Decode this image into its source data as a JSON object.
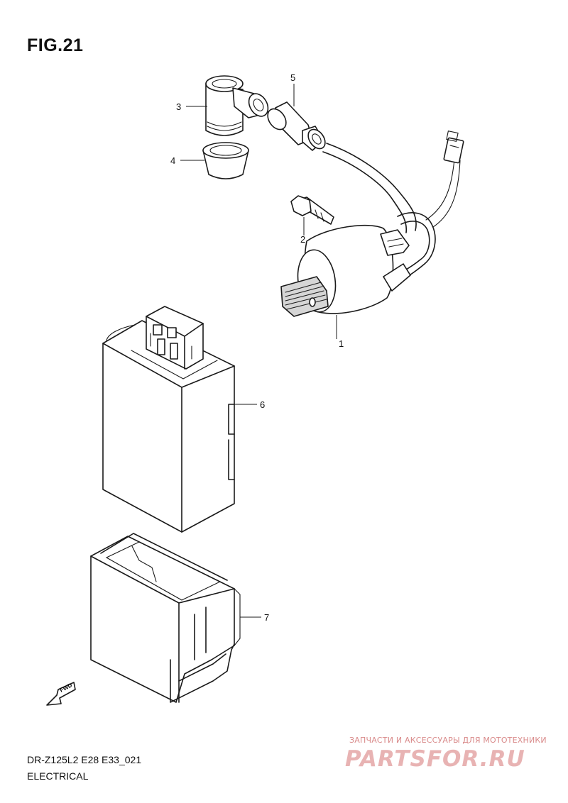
{
  "figure": {
    "title": "FIG.21"
  },
  "callouts": [
    {
      "number": "1"
    },
    {
      "number": "2"
    },
    {
      "number": "3"
    },
    {
      "number": "4"
    },
    {
      "number": "5"
    },
    {
      "number": "6"
    },
    {
      "number": "7"
    }
  ],
  "direction_marker": {
    "label": "FWD",
    "icon": "forward-arrow-icon"
  },
  "footer": {
    "model_code": "DR-Z125L2 E28 E33_021",
    "section_name": "ELECTRICAL"
  },
  "watermark": {
    "caption": "ЗАПЧАСТИ И АКСЕССУАРЫ ДЛЯ МОТОТЕХНИКИ",
    "logo": "PARTSFOR.RU",
    "color": "#e8b3b3"
  }
}
